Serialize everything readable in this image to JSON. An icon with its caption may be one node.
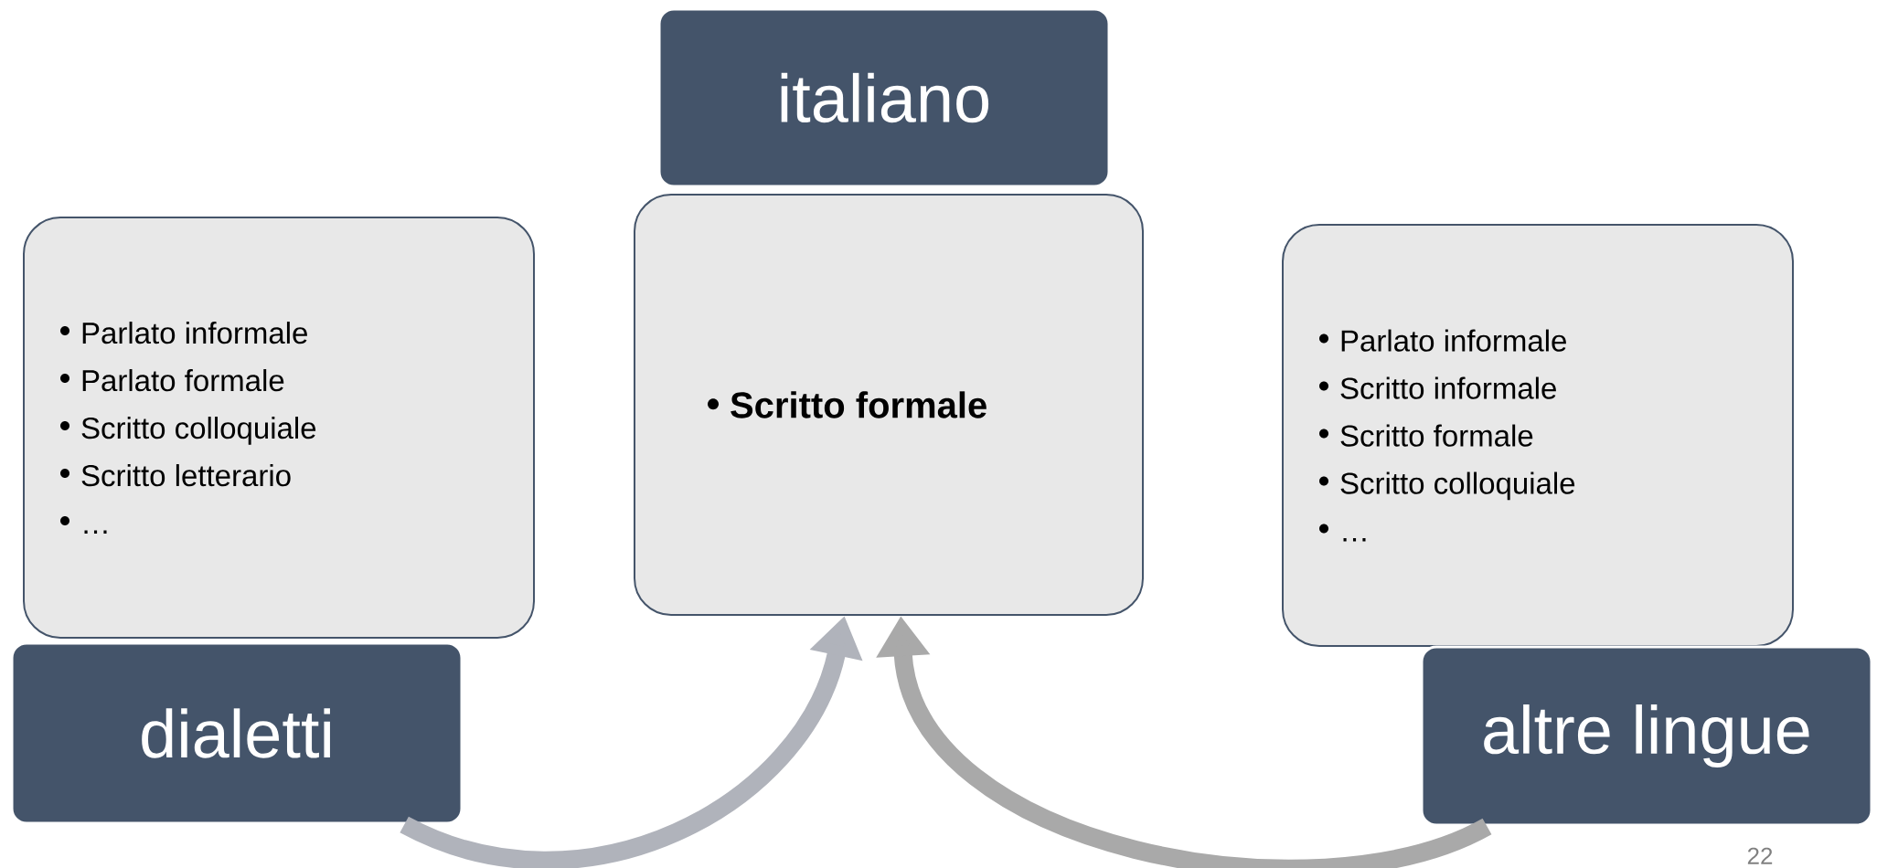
{
  "diagram": {
    "nodes": [
      {
        "text": [
          "italiano"
        ]
      },
      {
        "text": [
          "Parlato informale",
          "Parlato formale",
          "Scritto colloquiale",
          "Scritto letterario",
          "…"
        ]
      },
      {
        "text": [
          "Scritto formale"
        ]
      },
      {
        "text": [
          "Parlato informale",
          "Scritto informale",
          "Scritto formale",
          "Scritto colloquiale",
          "…"
        ]
      },
      {
        "text": [
          "dialetti"
        ]
      },
      {
        "text": [
          "altre lingue"
        ]
      }
    ],
    "edges": [
      {
        "from": 4,
        "to": 2,
        "arrow": "to",
        "color": "#b0b3bb"
      },
      {
        "from": 5,
        "to": 2,
        "arrow": "to",
        "color": "#a9a9a9"
      }
    ],
    "labels": [
      "22"
    ]
  }
}
